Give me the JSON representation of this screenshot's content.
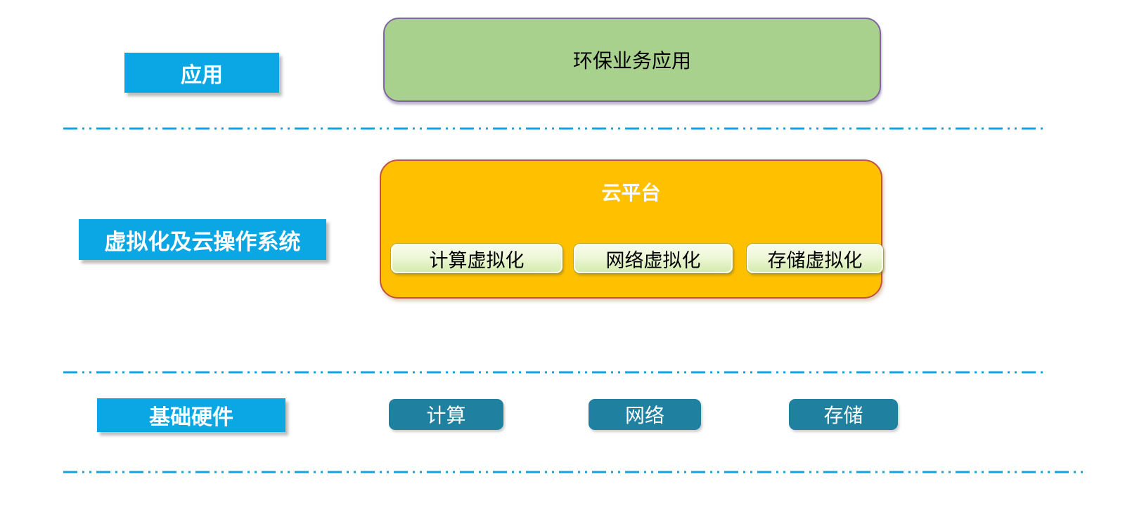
{
  "layers": {
    "application": {
      "label": "应用",
      "box": "环保业务应用"
    },
    "virtualization": {
      "label": "虚拟化及云操作系统",
      "platform": "云平台",
      "modules": {
        "compute": "计算虚拟化",
        "network": "网络虚拟化",
        "storage": "存储虚拟化"
      }
    },
    "hardware": {
      "label": "基础硬件",
      "items": {
        "compute": "计算",
        "network": "网络",
        "storage": "存储"
      }
    }
  },
  "colors": {
    "layer_label_background": "#0aa7e4",
    "layer_label_text": "#ffffff",
    "app_box_fill": "#a9d18e",
    "app_box_border": "#8064a2",
    "platform_fill": "#ffc000",
    "platform_border": "#c0504d",
    "platform_title_text": "#ffffff",
    "module_fill_top": "#f7fbea",
    "module_fill_bottom": "#d5ecae",
    "module_text": "#000000",
    "hardware_box_fill": "#20809f",
    "hardware_box_text": "#ffffff",
    "separator_line": "#14a3e2"
  }
}
